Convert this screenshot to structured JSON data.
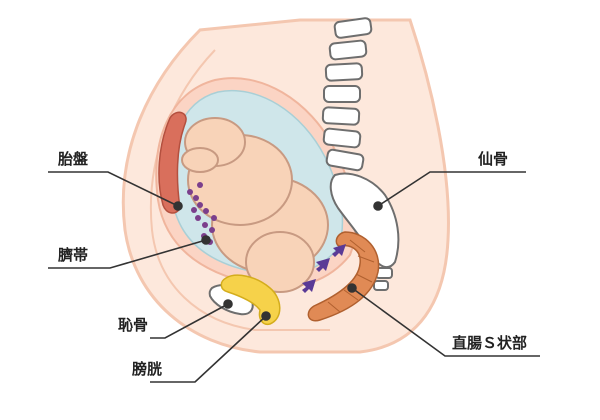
{
  "labels": {
    "placenta": "胎盤",
    "umbilical_cord": "臍帯",
    "pubic_bone": "恥骨",
    "bladder": "膀胱",
    "sacrum": "仙骨",
    "sigmoid_colon": "直腸Ｓ状部"
  },
  "colors": {
    "skin": "#fde8dc",
    "skin_outline": "#f4c7b0",
    "uterus": "#fbd4c4",
    "amniotic": "#cfe6ea",
    "fetus": "#f8d3b8",
    "fetus_outline": "#c89a82",
    "placenta": "#d96f5c",
    "cord": "#7b3f8c",
    "bone": "#ffffff",
    "bone_outline": "#6e6e6e",
    "bladder": "#f6d24a",
    "rectum": "#e08a55",
    "arrow": "#5a3a96",
    "leader": "#333333"
  }
}
